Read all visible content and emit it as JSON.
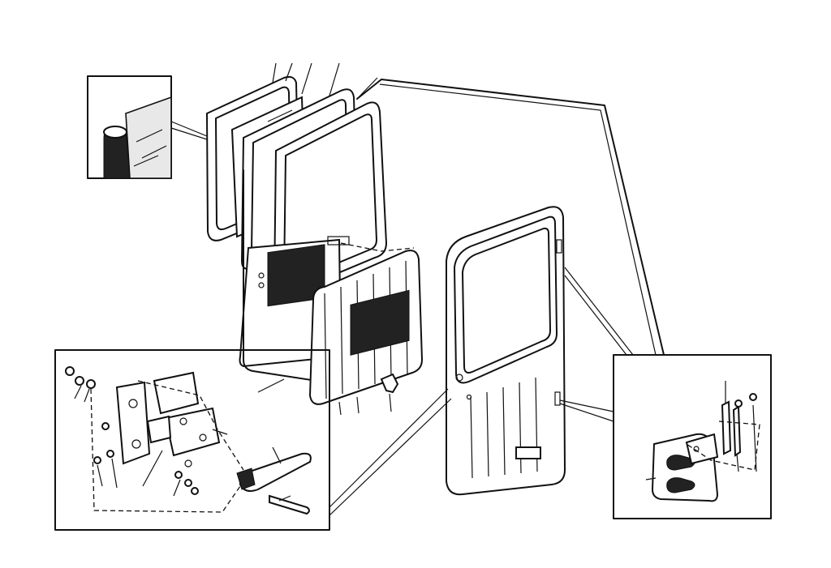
{
  "diagram": {
    "kind": "exploded-parts-view",
    "colors": {
      "line": "#111111",
      "background": "#ffffff"
    },
    "groups": [
      "seal-detail-inset",
      "window-glass-and-frames",
      "door-trim-panel",
      "door-shell",
      "latch-mechanism-inset",
      "hinge-inset"
    ]
  }
}
